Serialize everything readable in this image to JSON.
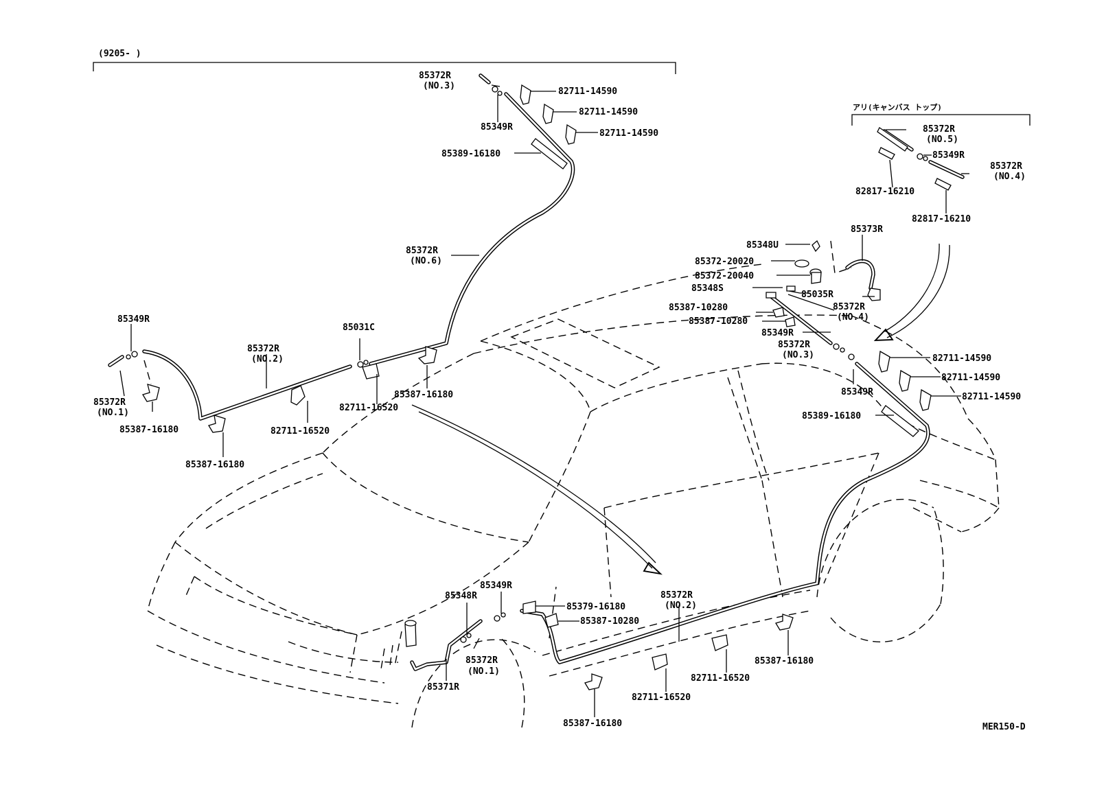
{
  "header": {
    "range_label": "(9205-     )",
    "option_label": "アリ(キャンバス トップ)",
    "diagram_code": "MER150-D"
  },
  "labels": {
    "l01": "85372R",
    "l02": "(NO.3)",
    "l03": "82711-14590",
    "l04": "82711-14590",
    "l05": "85349R",
    "l06": "82711-14590",
    "l07": "85389-16180",
    "l08": "85372R",
    "l09": "(NO.6)",
    "l10": "85349R",
    "l11": "85031C",
    "l12": "85372R",
    "l13": "(NO.2)",
    "l14": "85372R",
    "l15": "(NO.1)",
    "l16": "85387-16180",
    "l17": "82711-16520",
    "l18": "85387-16180",
    "l19": "82711-16520",
    "l20": "85387-16180",
    "l21": "85372R",
    "l22": "(NO.5)",
    "l23": "85349R",
    "l24": "85372R",
    "l25": "(NO.4)",
    "l26": "82817-16210",
    "l27": "82817-16210",
    "l28": "85348U",
    "l29": "85373R",
    "l30": "85372-20020",
    "l31": "85372-20040",
    "l32": "85348S",
    "l33": "85035R",
    "l34": "85387-10280",
    "l35": "85372R",
    "l36": "(NO.4)",
    "l37": "85387-10280",
    "l38": "85349R",
    "l39": "85372R",
    "l40": "(NO.3)",
    "l41": "82711-14590",
    "l42": "82711-14590",
    "l43": "85349R",
    "l44": "82711-14590",
    "l45": "85389-16180",
    "l46": "85349R",
    "l47": "85348R",
    "l48": "85379-16180",
    "l49": "85372R",
    "l50": "(NO.2)",
    "l51": "85387-10280",
    "l52": "85372R",
    "l53": "(NO.1)",
    "l54": "85371R",
    "l55": "85387-16180",
    "l56": "82711-16520",
    "l57": "82711-16520",
    "l58": "85387-16180"
  }
}
